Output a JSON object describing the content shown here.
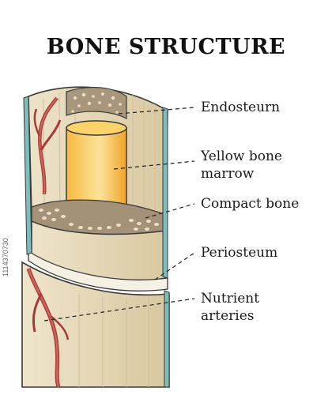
{
  "title": "BONE STRUCTURE",
  "labels": {
    "endosteum": "Endosteurn",
    "yellow_marrow_line1": "Yellow bone",
    "yellow_marrow_line2": "marrow",
    "compact_bone": "Compact bone",
    "periosteum": "Periosteum",
    "nutrient_line1": "Nutrient",
    "nutrient_line2": "arteries"
  },
  "side_id": "1114370730",
  "colors": {
    "bone_outer": "#e8dcbf",
    "bone_shade": "#d4c49d",
    "periosteum_edge": "#6fb3b3",
    "spongy": "#9b8a73",
    "marrow_light": "#fde79a",
    "marrow_dark": "#f0a32a",
    "artery": "#b2403c"
  }
}
